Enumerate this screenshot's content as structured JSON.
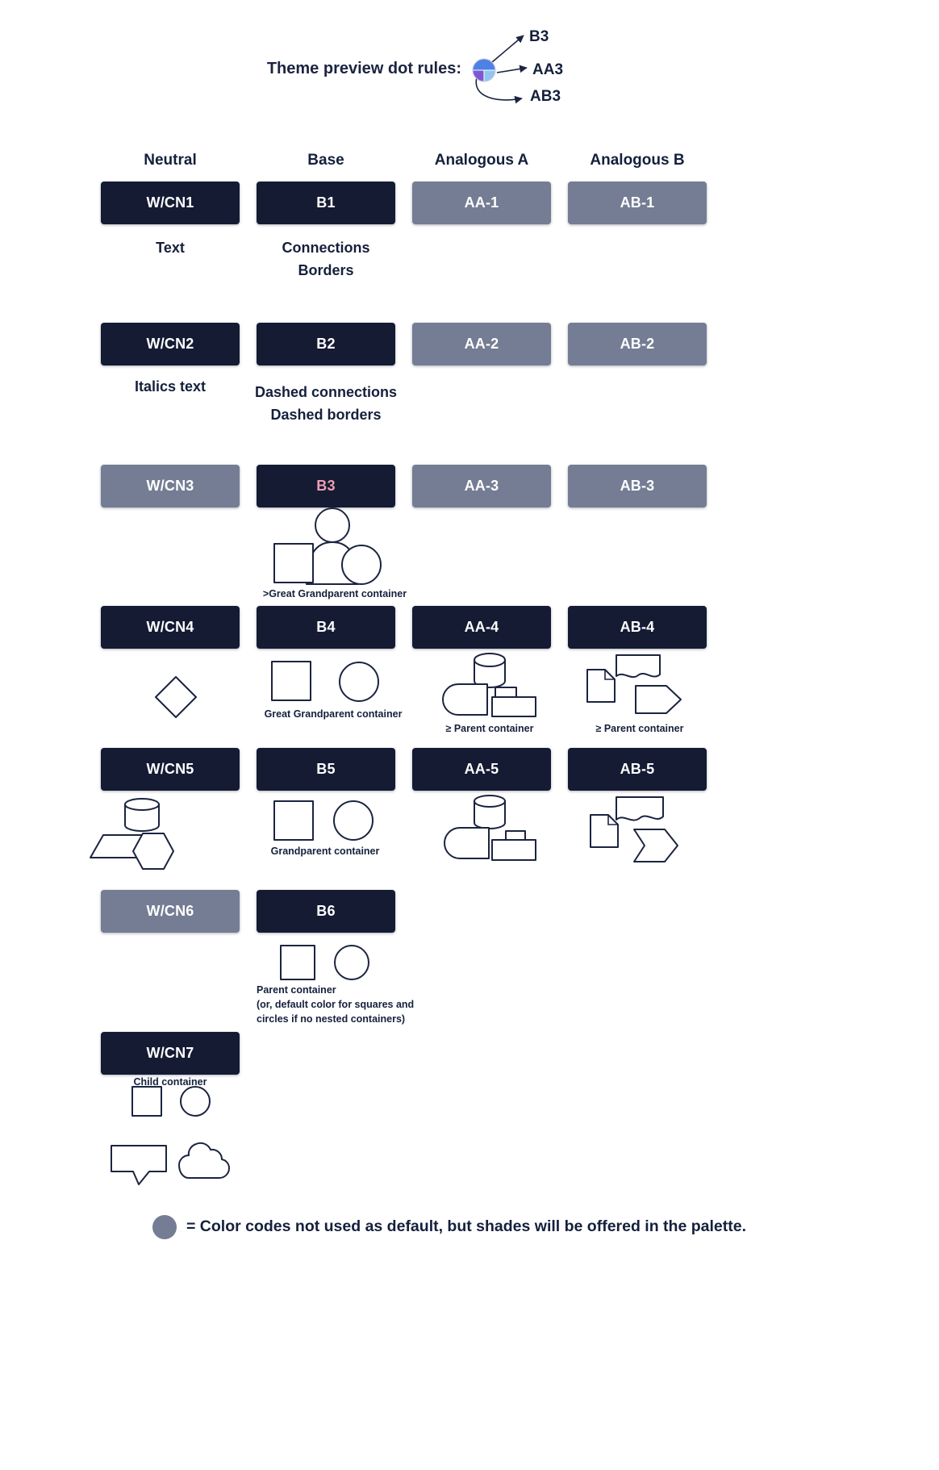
{
  "colors": {
    "dark_navy": "#141b33",
    "slate_gray": "#747d93",
    "pink_accent": "#ef9db2",
    "dot_blue": "#4e81e6",
    "dot_purple": "#7e57d2",
    "dot_cyan": "#8fc6f0",
    "outline": "#1b2440"
  },
  "header": {
    "title": "Theme preview dot rules:",
    "dot_targets": {
      "b3": "B3",
      "aa3": "AA3",
      "ab3": "AB3"
    }
  },
  "column_headers": {
    "neutral": "Neutral",
    "base": "Base",
    "analogous_a": "Analogous A",
    "analogous_b": "Analogous B"
  },
  "pills": {
    "wcn1": "W/CN1",
    "wcn2": "W/CN2",
    "wcn3": "W/CN3",
    "wcn4": "W/CN4",
    "wcn5": "W/CN5",
    "wcn6": "W/CN6",
    "wcn7": "W/CN7",
    "b1": "B1",
    "b2": "B2",
    "b3": "B3",
    "b4": "B4",
    "b5": "B5",
    "b6": "B6",
    "aa1": "AA-1",
    "aa2": "AA-2",
    "aa3": "AA-3",
    "aa4": "AA-4",
    "aa5": "AA-5",
    "ab1": "AB-1",
    "ab2": "AB-2",
    "ab3": "AB-3",
    "ab4": "AB-4",
    "ab5": "AB-5"
  },
  "captions": {
    "text": "Text",
    "connections": "Connections",
    "borders": "Borders",
    "italics_text": "Italics text",
    "dashed_connections": "Dashed connections",
    "dashed_borders": "Dashed borders",
    "gt_great_grandparent": ">Great Grandparent container",
    "great_grandparent": "Great Grandparent container",
    "ge_parent_aa": "≥  Parent container",
    "ge_parent_ab": "≥ Parent container",
    "grandparent": "Grandparent container",
    "parent_line1": "Parent container",
    "parent_line2": "(or, default color for squares and",
    "parent_line3": "circles if no nested containers)",
    "child_container": "Child container"
  },
  "legend": {
    "text": "= Color codes not used as default, but shades will be offered in the palette."
  }
}
